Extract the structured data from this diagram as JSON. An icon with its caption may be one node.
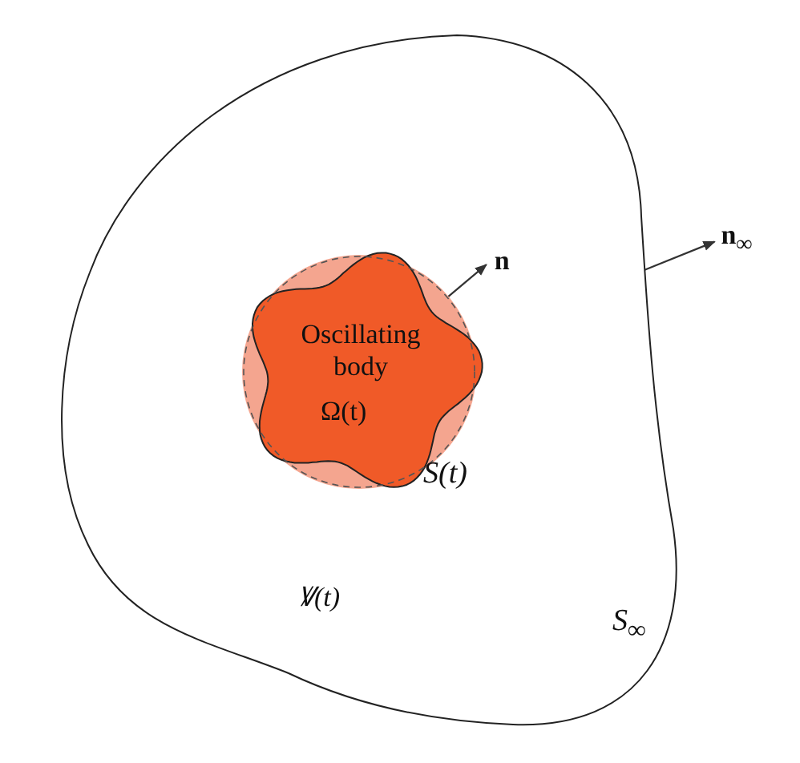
{
  "diagram": {
    "nodes": [
      {
        "text": [
          "Ꝟ(t)"
        ],
        "beside": [
          "S$_{∞}$"
        ]
      },
      {
        "text": [
          "Oscillating body",
          "Ω(t)"
        ],
        "beside": [
          "S(t)"
        ],
        "in": 0
      }
    ],
    "edges": [
      {
        "from": 1,
        "to": null,
        "arrow": "to",
        "label": "n"
      },
      {
        "from": 0,
        "to": null,
        "arrow": "to",
        "label": "n$_{∞}$"
      }
    ]
  }
}
